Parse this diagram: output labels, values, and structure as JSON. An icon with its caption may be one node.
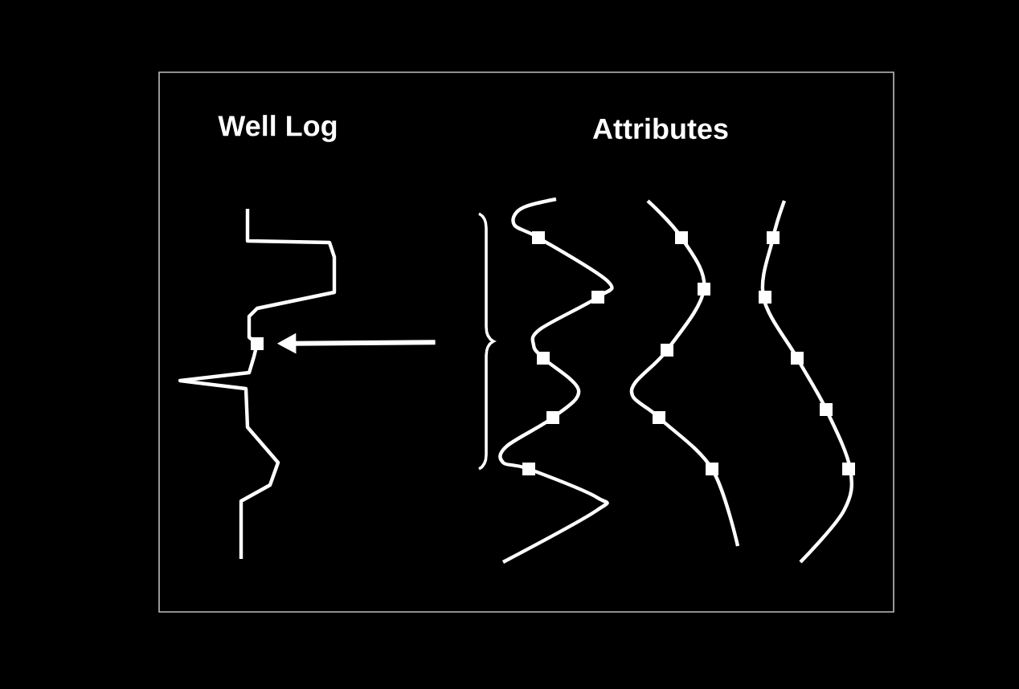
{
  "diagram": {
    "nodes": [
      {
        "text": [],
        "shape": "box"
      },
      {
        "text": [],
        "shape": "brace"
      }
    ],
    "edges": [
      {
        "from": 1,
        "to": 0,
        "arrow": "to"
      }
    ],
    "labels": [
      "Well Log",
      "Attributes"
    ]
  }
}
